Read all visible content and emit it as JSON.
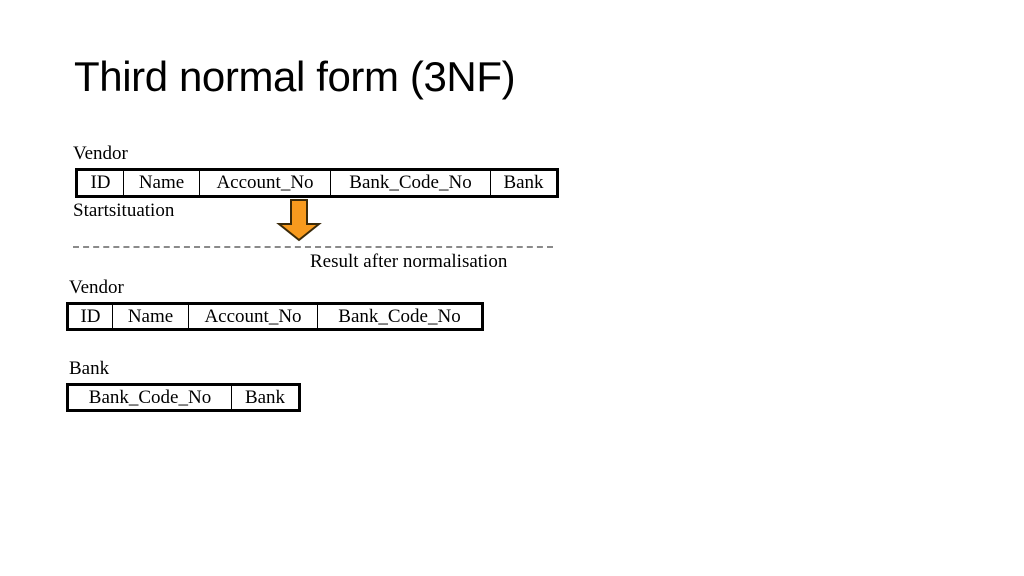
{
  "slide": {
    "title": "Third normal form (3NF)",
    "background_color": "#FFFFFF"
  },
  "diagram": {
    "accent_color": "#F79A1E",
    "accent_outline_color": "#3B2A09",
    "divider_color": "#8A8A8A",
    "start": {
      "label": "Vendor",
      "caption": "Startsituation",
      "columns": [
        "ID",
        "Name",
        "Account_No",
        "Bank_Code_No",
        "Bank"
      ]
    },
    "transition": {
      "arrow_icon": "down-arrow-icon",
      "divider_icon": "dashed-divider",
      "result_caption": "Result after normalisation"
    },
    "result": [
      {
        "label": "Vendor",
        "columns": [
          "ID",
          "Name",
          "Account_No",
          "Bank_Code_No"
        ]
      },
      {
        "label": "Bank",
        "columns": [
          "Bank_Code_No",
          "Bank"
        ]
      }
    ]
  }
}
